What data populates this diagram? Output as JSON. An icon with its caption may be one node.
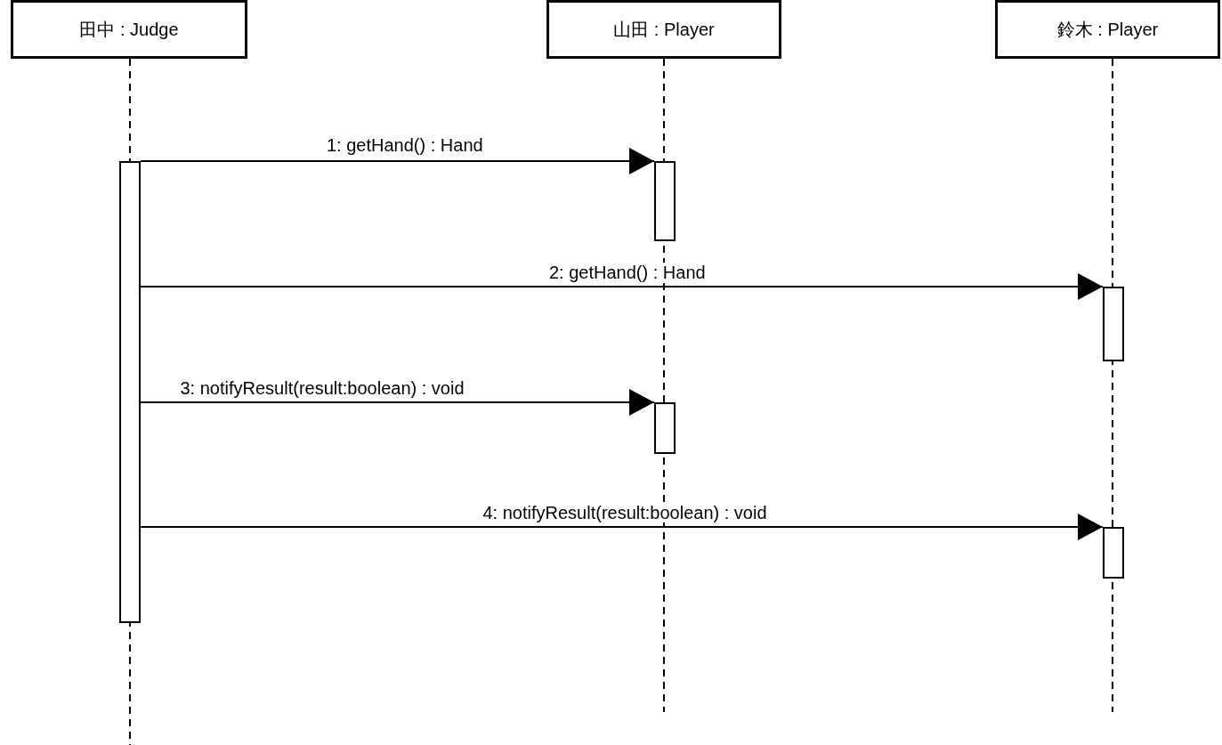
{
  "diagram": {
    "nodes": [
      {
        "text": [
          "田中 : Judge"
        ]
      },
      {
        "text": [
          "山田 : Player"
        ]
      },
      {
        "text": [
          "鈴木 : Player"
        ]
      },
      {
        "text": [],
        "shape": "bar"
      },
      {
        "text": [],
        "shape": "bar"
      },
      {
        "text": [],
        "shape": "bar"
      },
      {
        "text": [],
        "shape": "bar"
      },
      {
        "text": [],
        "shape": "bar"
      }
    ],
    "edges": [
      {
        "from": 3,
        "to": 4,
        "arrow": "to",
        "label": "1: getHand() : Hand"
      },
      {
        "from": 3,
        "to": 5,
        "arrow": "to",
        "label": "2: getHand() : Hand"
      },
      {
        "from": 3,
        "to": 6,
        "arrow": "to",
        "label": "3: notifyResult(result:boolean) : void"
      },
      {
        "from": 3,
        "to": 7,
        "arrow": "to",
        "label": "4: notifyResult(result:boolean) : void"
      }
    ]
  }
}
